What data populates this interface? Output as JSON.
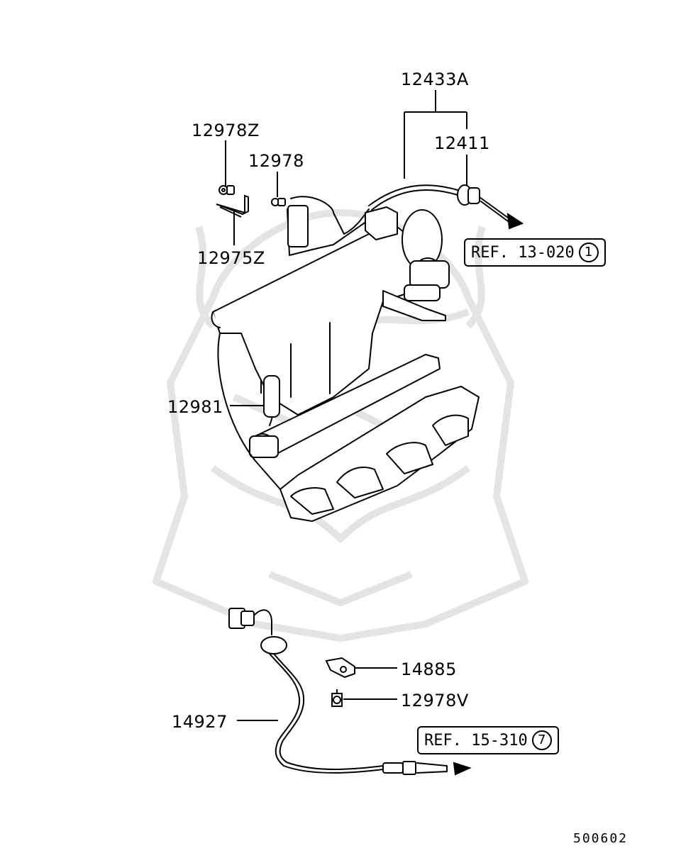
{
  "parts": {
    "p12433a": "12433A",
    "p12411": "12411",
    "p12978z": "12978Z",
    "p12978": "12978",
    "p12975z": "12975Z",
    "p12981": "12981",
    "p14885": "14885",
    "p12978v": "12978V",
    "p14927": "14927"
  },
  "refs": {
    "ref1_text": "REF. 13-020",
    "ref1_circle": "1",
    "ref2_text": "REF. 15-310",
    "ref2_circle": "7"
  },
  "figure_number": "500602",
  "colors": {
    "line": "#000000",
    "watermark": "#e6e6e6"
  }
}
